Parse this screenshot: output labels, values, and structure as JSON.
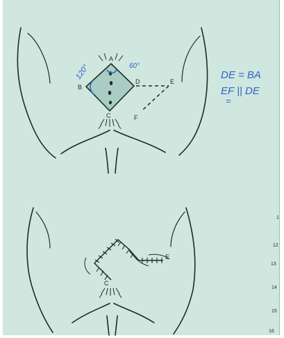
{
  "colors": {
    "paper": "#cfe7df",
    "ink": "#1f2b28",
    "pen": "#2f63c8",
    "flap_shade": "#a9cdc2"
  },
  "figure_top": {
    "point_labels": {
      "a": "A",
      "b": "B",
      "c": "C",
      "d": "D",
      "e": "E",
      "f": "F"
    },
    "angles": {
      "b": "120°",
      "a": "60°"
    }
  },
  "annotations": {
    "line1": "DE = BA",
    "line2": "EF || DE",
    "line2_underline": "="
  },
  "figure_bottom": {
    "point_labels": {
      "c": "C",
      "e": "E"
    }
  },
  "margin_numbers": [
    "1",
    "12",
    "13",
    "14",
    "15",
    "16"
  ]
}
